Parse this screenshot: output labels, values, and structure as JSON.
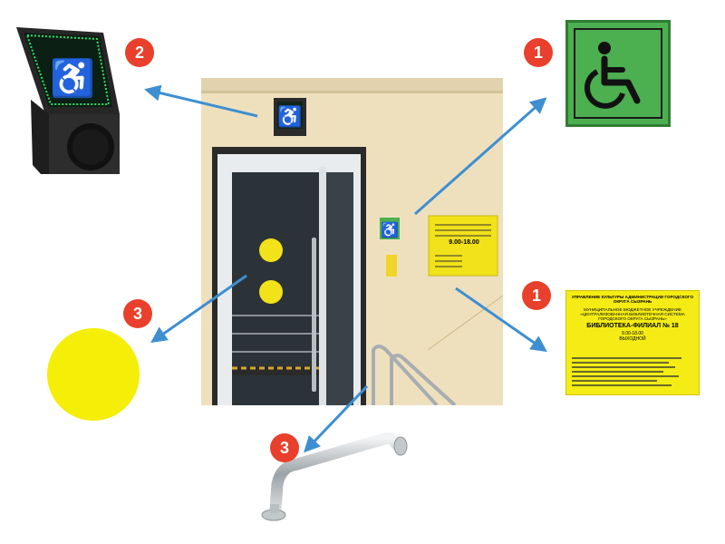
{
  "callouts": [
    {
      "number": "1",
      "item": "wheelchair-sign"
    },
    {
      "number": "2",
      "item": "led-wheelchair-display"
    },
    {
      "number": "1",
      "item": "tactile-info-plaque"
    },
    {
      "number": "3",
      "item": "yellow-contrast-circle"
    },
    {
      "number": "3",
      "item": "handrail"
    }
  ],
  "plaque": {
    "line1": "УПРАВЛЕНИЕ КУЛЬТУРЫ АДМИНИСТРАЦИИ ГОРОДСКОГО ОКРУГА СЫЗРАНЬ",
    "line2": "МУНИЦИПАЛЬНОЕ БЮДЖЕТНОЕ УЧРЕЖДЕНИЕ",
    "line3": "«ЦЕНТРАЛИЗОВАННАЯ БИБЛИОТЕЧНАЯ СИСТЕМА",
    "line4": "ГОРОДСКОГО ОКРУГА СЫЗРАНЬ»",
    "title": "БИБЛИОТЕКА-ФИЛИАЛ № 18",
    "hours": "9.00-18.00",
    "sign_hours": "9.00-18.00",
    "day_off": "ВЫХОДНОЙ"
  },
  "colors": {
    "accent_red": "#e8402c",
    "sign_green": "#4caf50",
    "plaque_yellow": "#f4ec14",
    "wall": "#efe0bd",
    "arrow_blue": "#3d8fd1"
  }
}
